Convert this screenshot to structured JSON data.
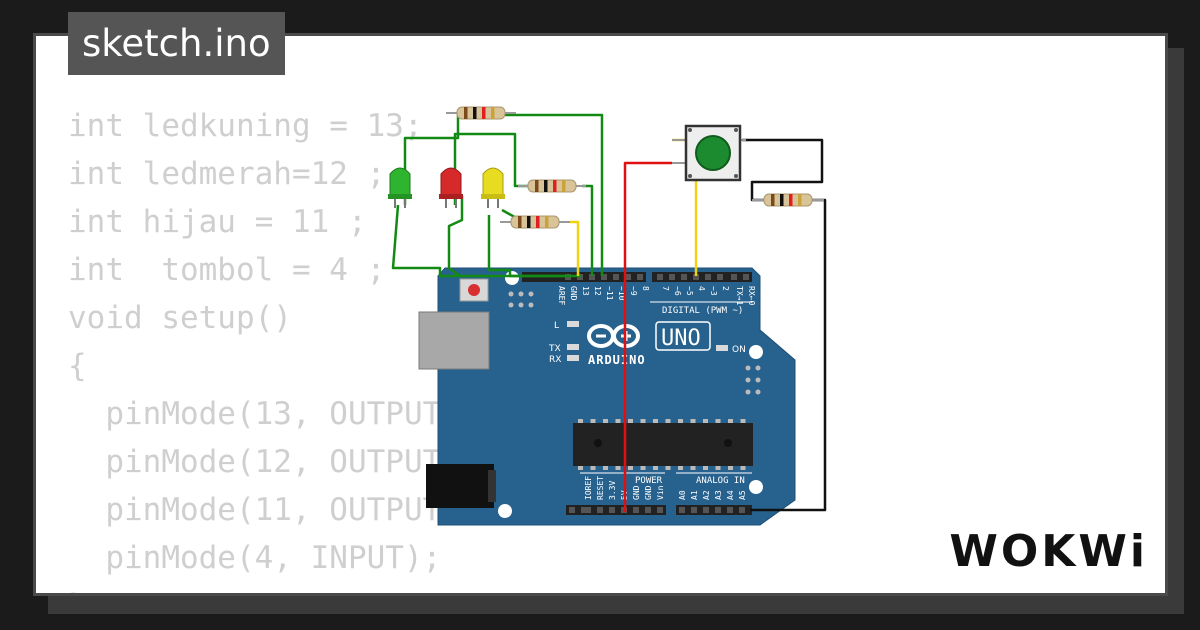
{
  "tab": {
    "filename": "sketch.ino"
  },
  "code": {
    "lines": [
      "int ledkuning = 13;",
      "int ledmerah=12 ;",
      "int hijau = 11 ;",
      "int  tombol = 4 ;",
      "void setup()",
      "{",
      "  pinMode(13, OUTPUT);",
      "  pinMode(12, OUTPUT);",
      "  pinMode(11, OUTPUT);",
      "  pinMode(4, INPUT);",
      "}"
    ]
  },
  "board": {
    "logo_text": "ARDUINO",
    "model": "UNO",
    "digital_header_label": "DIGITAL (PWM ~)",
    "top_pins": [
      "AREF",
      "GND",
      "13",
      "12",
      "~11",
      "~10",
      "~9",
      "8",
      "7",
      "~6",
      "~5",
      "4",
      "~3",
      "2",
      "TX→1",
      "RX←0"
    ],
    "power_label": "POWER",
    "analog_label": "ANALOG IN",
    "power_pins": [
      "IOREF",
      "RESET",
      "3.3V",
      "5V",
      "GND",
      "GND",
      "Vin"
    ],
    "analog_pins": [
      "A0",
      "A1",
      "A2",
      "A3",
      "A4",
      "A5"
    ],
    "led_labels": {
      "l": "L",
      "tx": "TX",
      "rx": "RX",
      "on": "ON"
    }
  },
  "brand": {
    "logo": "WOKWi"
  },
  "colors": {
    "board": "#27628f",
    "led_green": "#2fb42f",
    "led_red": "#d62a2a",
    "led_yellow": "#e8dc20",
    "button_cap": "#1c8a2e",
    "wire_green": "#138a13",
    "wire_red": "#e01010",
    "wire_yellow": "#f2d314",
    "wire_black": "#111111"
  }
}
